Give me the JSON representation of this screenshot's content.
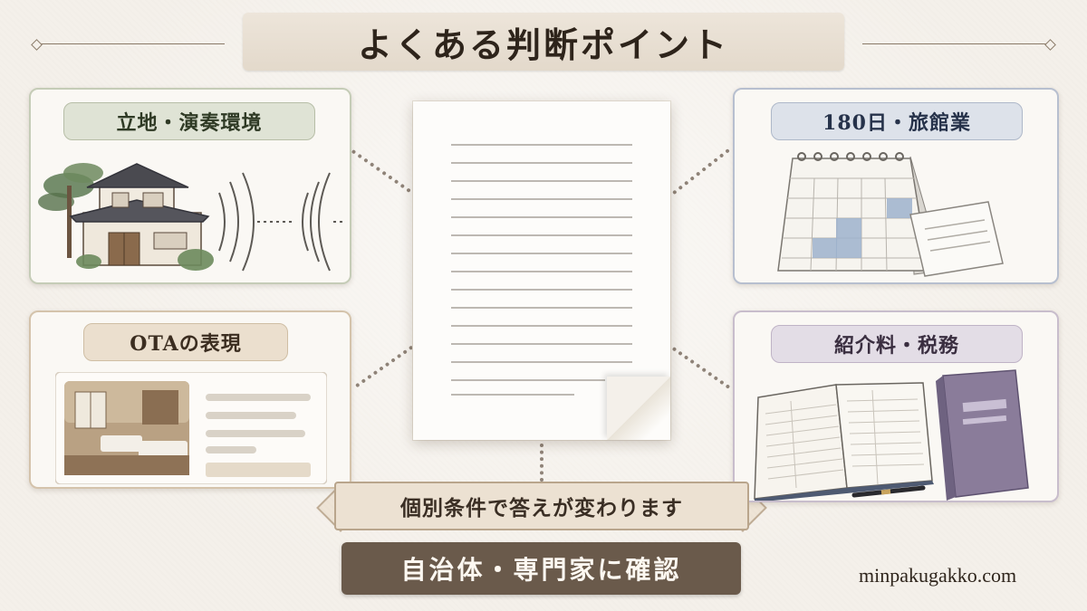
{
  "header": {
    "title": "よくある判断ポイント"
  },
  "cards": {
    "location": {
      "label": "立地・演奏環境",
      "icon": "house-sound-waves-icon",
      "accent": "#dfe3d5"
    },
    "days_180": {
      "label": "180日・旅館業",
      "icon": "calendar-document-icon",
      "accent": "#dde2ea"
    },
    "ota": {
      "label": "OTAの表現",
      "icon": "listing-page-icon",
      "accent": "#ebdfce"
    },
    "tax": {
      "label": "紹介料・税務",
      "icon": "ledger-book-pen-icon",
      "accent": "#e3dde6"
    }
  },
  "center": {
    "icon": "document-icon"
  },
  "notes": {
    "individual": "個別条件で答えが変わります",
    "confirm": "自治体・専門家に確認"
  },
  "footer": {
    "url": "minpakugakko.com"
  },
  "colors": {
    "background": "#f4f0ea",
    "confirm_banner": "#6a5a4b",
    "connector": "#8f8378"
  }
}
